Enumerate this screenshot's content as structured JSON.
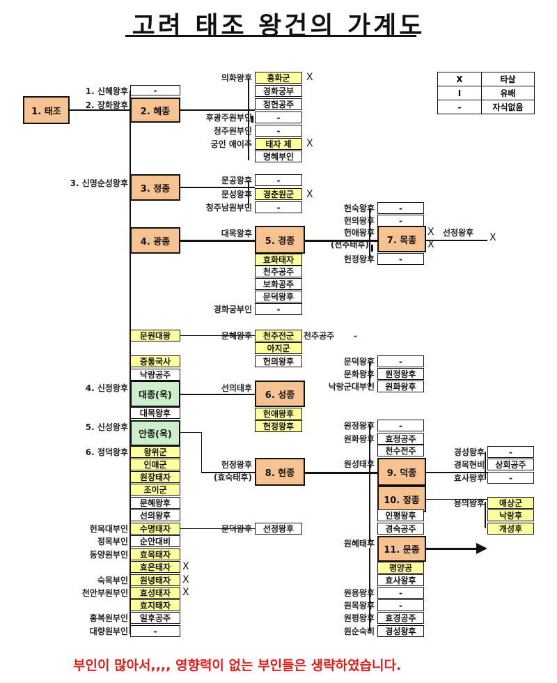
{
  "title": "고려 태조 왕건의 가계도",
  "legend": [
    {
      "symbol": "X",
      "meaning": "타살"
    },
    {
      "symbol": "I",
      "meaning": "유배"
    },
    {
      "symbol": "-",
      "meaning": "자식없음"
    }
  ],
  "boxes": {
    "b_taejo": "1. 태조",
    "b_t1": "-",
    "b_hyejong": "2. 혜종",
    "b_h1": "흥화군",
    "b_h2": "경화궁부",
    "b_h3": "정헌공주",
    "b_h4": "-",
    "b_h5": "-",
    "b_h6": "태자 제",
    "b_h7": "명혜부인",
    "b_jeongjong": "3. 정종",
    "b_j1": "-",
    "b_j2": "경춘원군",
    "b_j3": "-",
    "b_gwangjong": "4. 광종",
    "b_gyeongjong": "5. 경종",
    "b_g1": "효화태자",
    "b_g2": "천추공주",
    "b_g3": "보화공주",
    "b_g4": "문덕왕후",
    "b_g5": "-",
    "b_gs1": "-",
    "b_gs2": "-",
    "b_gs4": "-",
    "b_mokjong": "7. 목종",
    "b_c1": "문원대왕",
    "b_c2": "천추전군",
    "b_c3": "아지군",
    "b_c4": "헌의왕후",
    "b_c5": "증통국사",
    "b_c6": "낙랑공주",
    "b_daejong": "대종(욱)",
    "b_daemok": "대목왕후",
    "b_seongjong": "6. 성종",
    "b_s1": "헌애왕후",
    "b_s2": "헌정왕후",
    "b_so1": "-",
    "b_so2": "원정왕후",
    "b_so3": "원화왕후",
    "b_anjong": "안종(욱)",
    "b_a1": "왕위군",
    "b_a2": "인애군",
    "b_a3": "원장태자",
    "b_a4": "조이군",
    "b_a5": "문혜왕후",
    "b_a6": "선의왕후",
    "b_a7": "수명태자",
    "b_a8": "순안대비",
    "b_a9": "효목태자",
    "b_a10": "효은태자",
    "b_a11": "원녕태자",
    "b_a12": "효성태자",
    "b_a13": "효지태자",
    "b_a14": "일후공주",
    "b_a15": "-",
    "b_hyeonjong": "8. 현종",
    "b_m1": "선정왕후",
    "b_hw1": "-",
    "b_hw2": "효정공주",
    "b_hw3": "천수전주",
    "b_deokjong": "9. 덕종",
    "b_jeongjong2": "10. 정종",
    "b_dw1": "-",
    "b_dw2": "상회공주",
    "b_dw3": "-",
    "b_jj1": "애상군",
    "b_jj2": "낙랑후",
    "b_jj3": "개성후",
    "b_j10a": "인평왕후",
    "b_j10b": "경숙공주",
    "b_munjong": "11. 문종",
    "b_mj1": "평양공",
    "b_mj2": "효사왕후",
    "b_mj3": "-",
    "b_mj4": "-",
    "b_mj5": "효경공주",
    "b_mj6": "경성왕후"
  },
  "labels": {
    "l_t1": "1. 신혜왕후",
    "l_t2": "2. 장화왕후",
    "l_h1": "의화왕후",
    "l_h4": "후광주원부인",
    "l_h5": "청주원부인",
    "l_h6": "궁인 애이주",
    "l_t3": "3. 신명순성왕후",
    "l_j1": "문공왕후",
    "l_j2": "문성왕후",
    "l_j3": "청주남원부인",
    "l_g0": "대목왕후",
    "l_g5": "경화궁부인",
    "l_gs1": "헌숙왕후",
    "l_gs2": "헌의왕후",
    "l_gs3": "헌애왕후",
    "l_gs3b": "(천추태후)",
    "l_gs4": "헌정왕후",
    "l_mk1": "선정왕후",
    "l_c2": "문혜왕후",
    "l_c2b": "천추공주",
    "l_c2c": "-",
    "l_t4": "4. 신정왕후",
    "l_s0": "선의태후",
    "l_so1": "문덕왕후",
    "l_so2": "문화왕후",
    "l_so3": "낙랑군대부인",
    "l_t5": "5. 신성왕후",
    "l_t6": "6. 정덕왕후",
    "l_hw1": "원정왕후",
    "l_hw2": "원화왕후",
    "l_hj0": "헌정왕후",
    "l_hj0b": "(효숙태후)",
    "l_hw4": "원성태후",
    "l_dw1": "경성왕후",
    "l_dw2": "경목현비",
    "l_dw3": "효사왕후",
    "l_jw1": "용의왕후",
    "l_m0": "문덕왕후",
    "l_wh": "원혜태후",
    "l_x1": "헌목대부인",
    "l_x2": "정목부인",
    "l_x3": "동양원부인",
    "l_x4": "숙목부인",
    "l_x5": "천안부원부인",
    "l_x6": "홍복원부인",
    "l_x7": "대량원부인",
    "l_mj3": "원용왕후",
    "l_mj4": "원목왕후",
    "l_mj5": "원평왕후",
    "l_mj6": "원순숙비"
  },
  "footer": "부인이 많아서,,,, 영향력이 없는 부인들은 생략하였습니다."
}
